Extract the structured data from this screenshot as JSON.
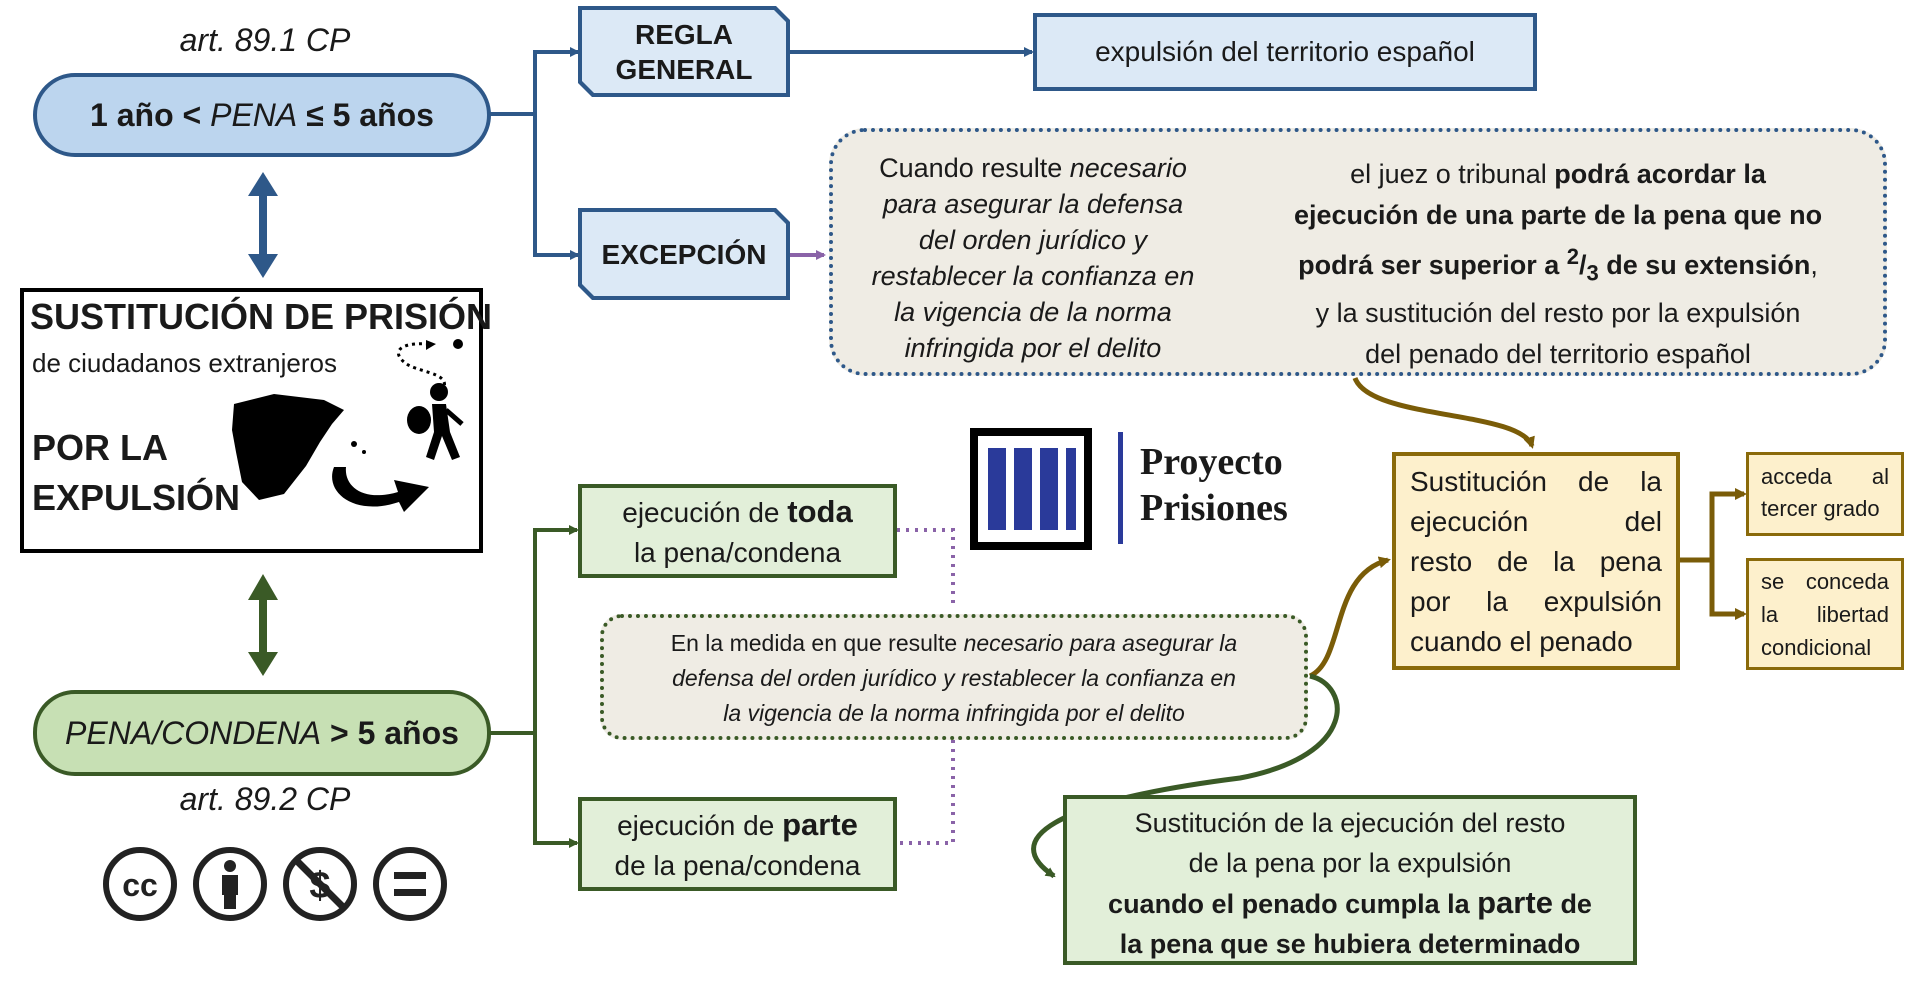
{
  "top": {
    "article": "art. 89.1 CP",
    "range_a": "1 año < ",
    "range_b": "PENA",
    "range_c": " ≤ 5 años",
    "regla_l1": "REGLA",
    "regla_l2": "GENERAL",
    "regla_result": "expulsión del territorio español",
    "excepcion": "EXCEPCIÓN",
    "exc_cond": [
      "Cuando resulte ",
      "necesario",
      "para asegurar la defensa",
      "del orden jurídico y",
      "restablecer la confianza en",
      "la vigencia de la norma",
      "infringida por el delito"
    ],
    "exc_res_1a": "el juez o tribunal ",
    "exc_res_1b": "podrá acordar la",
    "exc_res_2": "ejecución de una parte de la pena que no",
    "exc_res_3a": "podrá ser superior a ",
    "exc_res_num": "2",
    "exc_res_den": "3",
    "exc_res_3b": " de su extensión",
    "exc_res_3c": ",",
    "exc_res_4": "y la sustitución del resto por la expulsión",
    "exc_res_5": "del penado del territorio español"
  },
  "center": {
    "title": "SUSTITUCIÓN DE PRISIÓN",
    "subtitle": "de ciudadanos extranjeros",
    "line3": "POR LA",
    "line4": "EXPULSIÓN"
  },
  "bottom": {
    "article": "art. 89.2 CP",
    "range_a": "PENA/CONDENA",
    "range_b": " > 5 años",
    "toda_a": "ejecución de ",
    "toda_b": "toda",
    "toda_c": "la pena/condena",
    "parte_a": "ejecución de ",
    "parte_b": "parte",
    "parte_c": "de la pena/condena",
    "medida_l1a": "En la medida en que resulte ",
    "medida_l1b": "necesario para asegurar la",
    "medida_l2": "defensa del orden jurídico y restablecer la confianza en",
    "medida_l3": "la vigencia de la norma infringida por el delito",
    "final_l1": "Sustitución de la ejecución del resto",
    "final_l2": "de la pena por la expulsión",
    "final_l3a": "cuando el penado cumpla la ",
    "final_l3b": "parte",
    "final_l3c": " de",
    "final_l4": "la pena que se hubiera determinado"
  },
  "orange": {
    "main": [
      "Sustitución de la",
      "ejecución del",
      "resto de la pena",
      "por la expulsión",
      "cuando el penado"
    ],
    "opt1": [
      "acceda al",
      "tercer grado"
    ],
    "opt2": [
      "se conceda",
      "la libertad",
      "condicional"
    ]
  },
  "logo": {
    "line1": "Proyecto",
    "line2": "Prisiones"
  },
  "license_icons": [
    "cc-icon",
    "attribution-icon",
    "non-commercial-icon",
    "no-derivatives-icon"
  ],
  "colors": {
    "blue_border": "#2e5889",
    "blue_fill": "#dce9f6",
    "pill_blue": "#bcd5ee",
    "green_border": "#3a5a26",
    "green_fill": "#e2efd9",
    "pill_green": "#c7e0b4",
    "orange_border": "#8a6a0a",
    "orange_fill": "#fdf0cc",
    "purple": "#8a63a8",
    "beige": "#efece4",
    "logo_blue": "#2a3a9a"
  }
}
